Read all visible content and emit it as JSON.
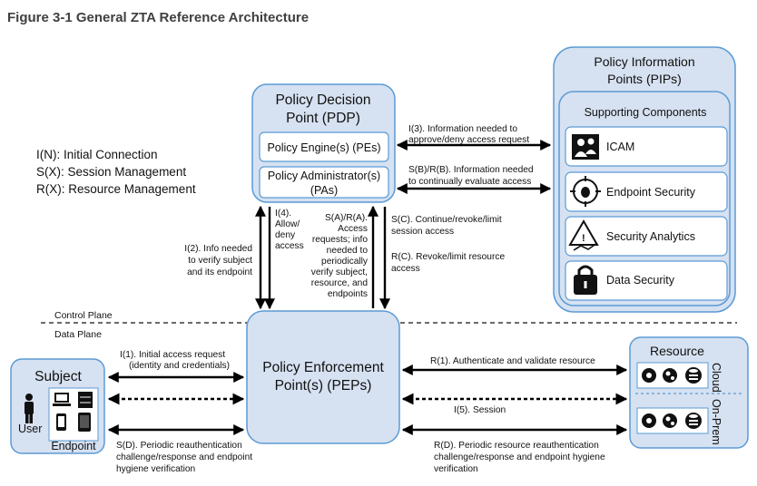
{
  "title": "Figure 3-1 General ZTA Reference Architecture",
  "legend": [
    "I(N): Initial Connection",
    "S(X): Session Management",
    "R(X): Resource Management"
  ],
  "pdp": {
    "title_lines": [
      "Policy Decision",
      "Point (PDP)"
    ],
    "engine": "Policy Engine(s) (PEs)",
    "admin_lines": [
      "Policy Administrator(s)",
      "(PAs)"
    ]
  },
  "pip": {
    "title_lines": [
      "Policy Information",
      "Points (PIPs)"
    ],
    "supporting": "Supporting Components",
    "components": [
      "ICAM",
      "Endpoint Security",
      "Security Analytics",
      "Data Security"
    ]
  },
  "pep": {
    "title_lines": [
      "Policy Enforcement",
      "Point(s) (PEPs)"
    ]
  },
  "subject": {
    "title": "Subject",
    "user": "User",
    "endpoint": "Endpoint"
  },
  "resource": {
    "title": "Resource",
    "cloud": "Cloud",
    "onprem": "On-Prem"
  },
  "planes": {
    "control": "Control Plane",
    "data": "Data Plane"
  },
  "labels": {
    "i3": [
      "I(3). Information needed to",
      "approve/deny access request"
    ],
    "sbrb": [
      "S(B)/R(B). Information needed",
      "to continually evaluate access"
    ],
    "i4": [
      "I(4).",
      "Allow/",
      "deny",
      "access"
    ],
    "sara": [
      "S(A)/R(A).",
      "Access",
      "requests; info",
      "needed to",
      "periodically",
      "verify subject,",
      "resource, and",
      "endpoints"
    ],
    "sc": [
      "S(C). Continue/revoke/limit",
      "session access"
    ],
    "rc": [
      "R(C). Revoke/limit resource",
      "access"
    ],
    "i2": [
      "I(2). Info needed",
      "to verify subject",
      "and its endpoint"
    ],
    "i1": [
      "I(1). Initial access request",
      "(identity and credentials)"
    ],
    "r1": [
      "R(1). Authenticate and validate resource"
    ],
    "i5": [
      "I(5). Session"
    ],
    "sd": [
      "S(D). Periodic reauthentication",
      "challenge/response and endpoint",
      "hygiene verification"
    ],
    "rd": [
      "R(D). Periodic resource reauthentication",
      "challenge/response and endpoint hygiene",
      "verification"
    ]
  },
  "colors": {
    "box_fill": "#d6e1f1",
    "box_stroke": "#5b9bd5",
    "white": "#ffffff",
    "arrow": "#000000"
  }
}
